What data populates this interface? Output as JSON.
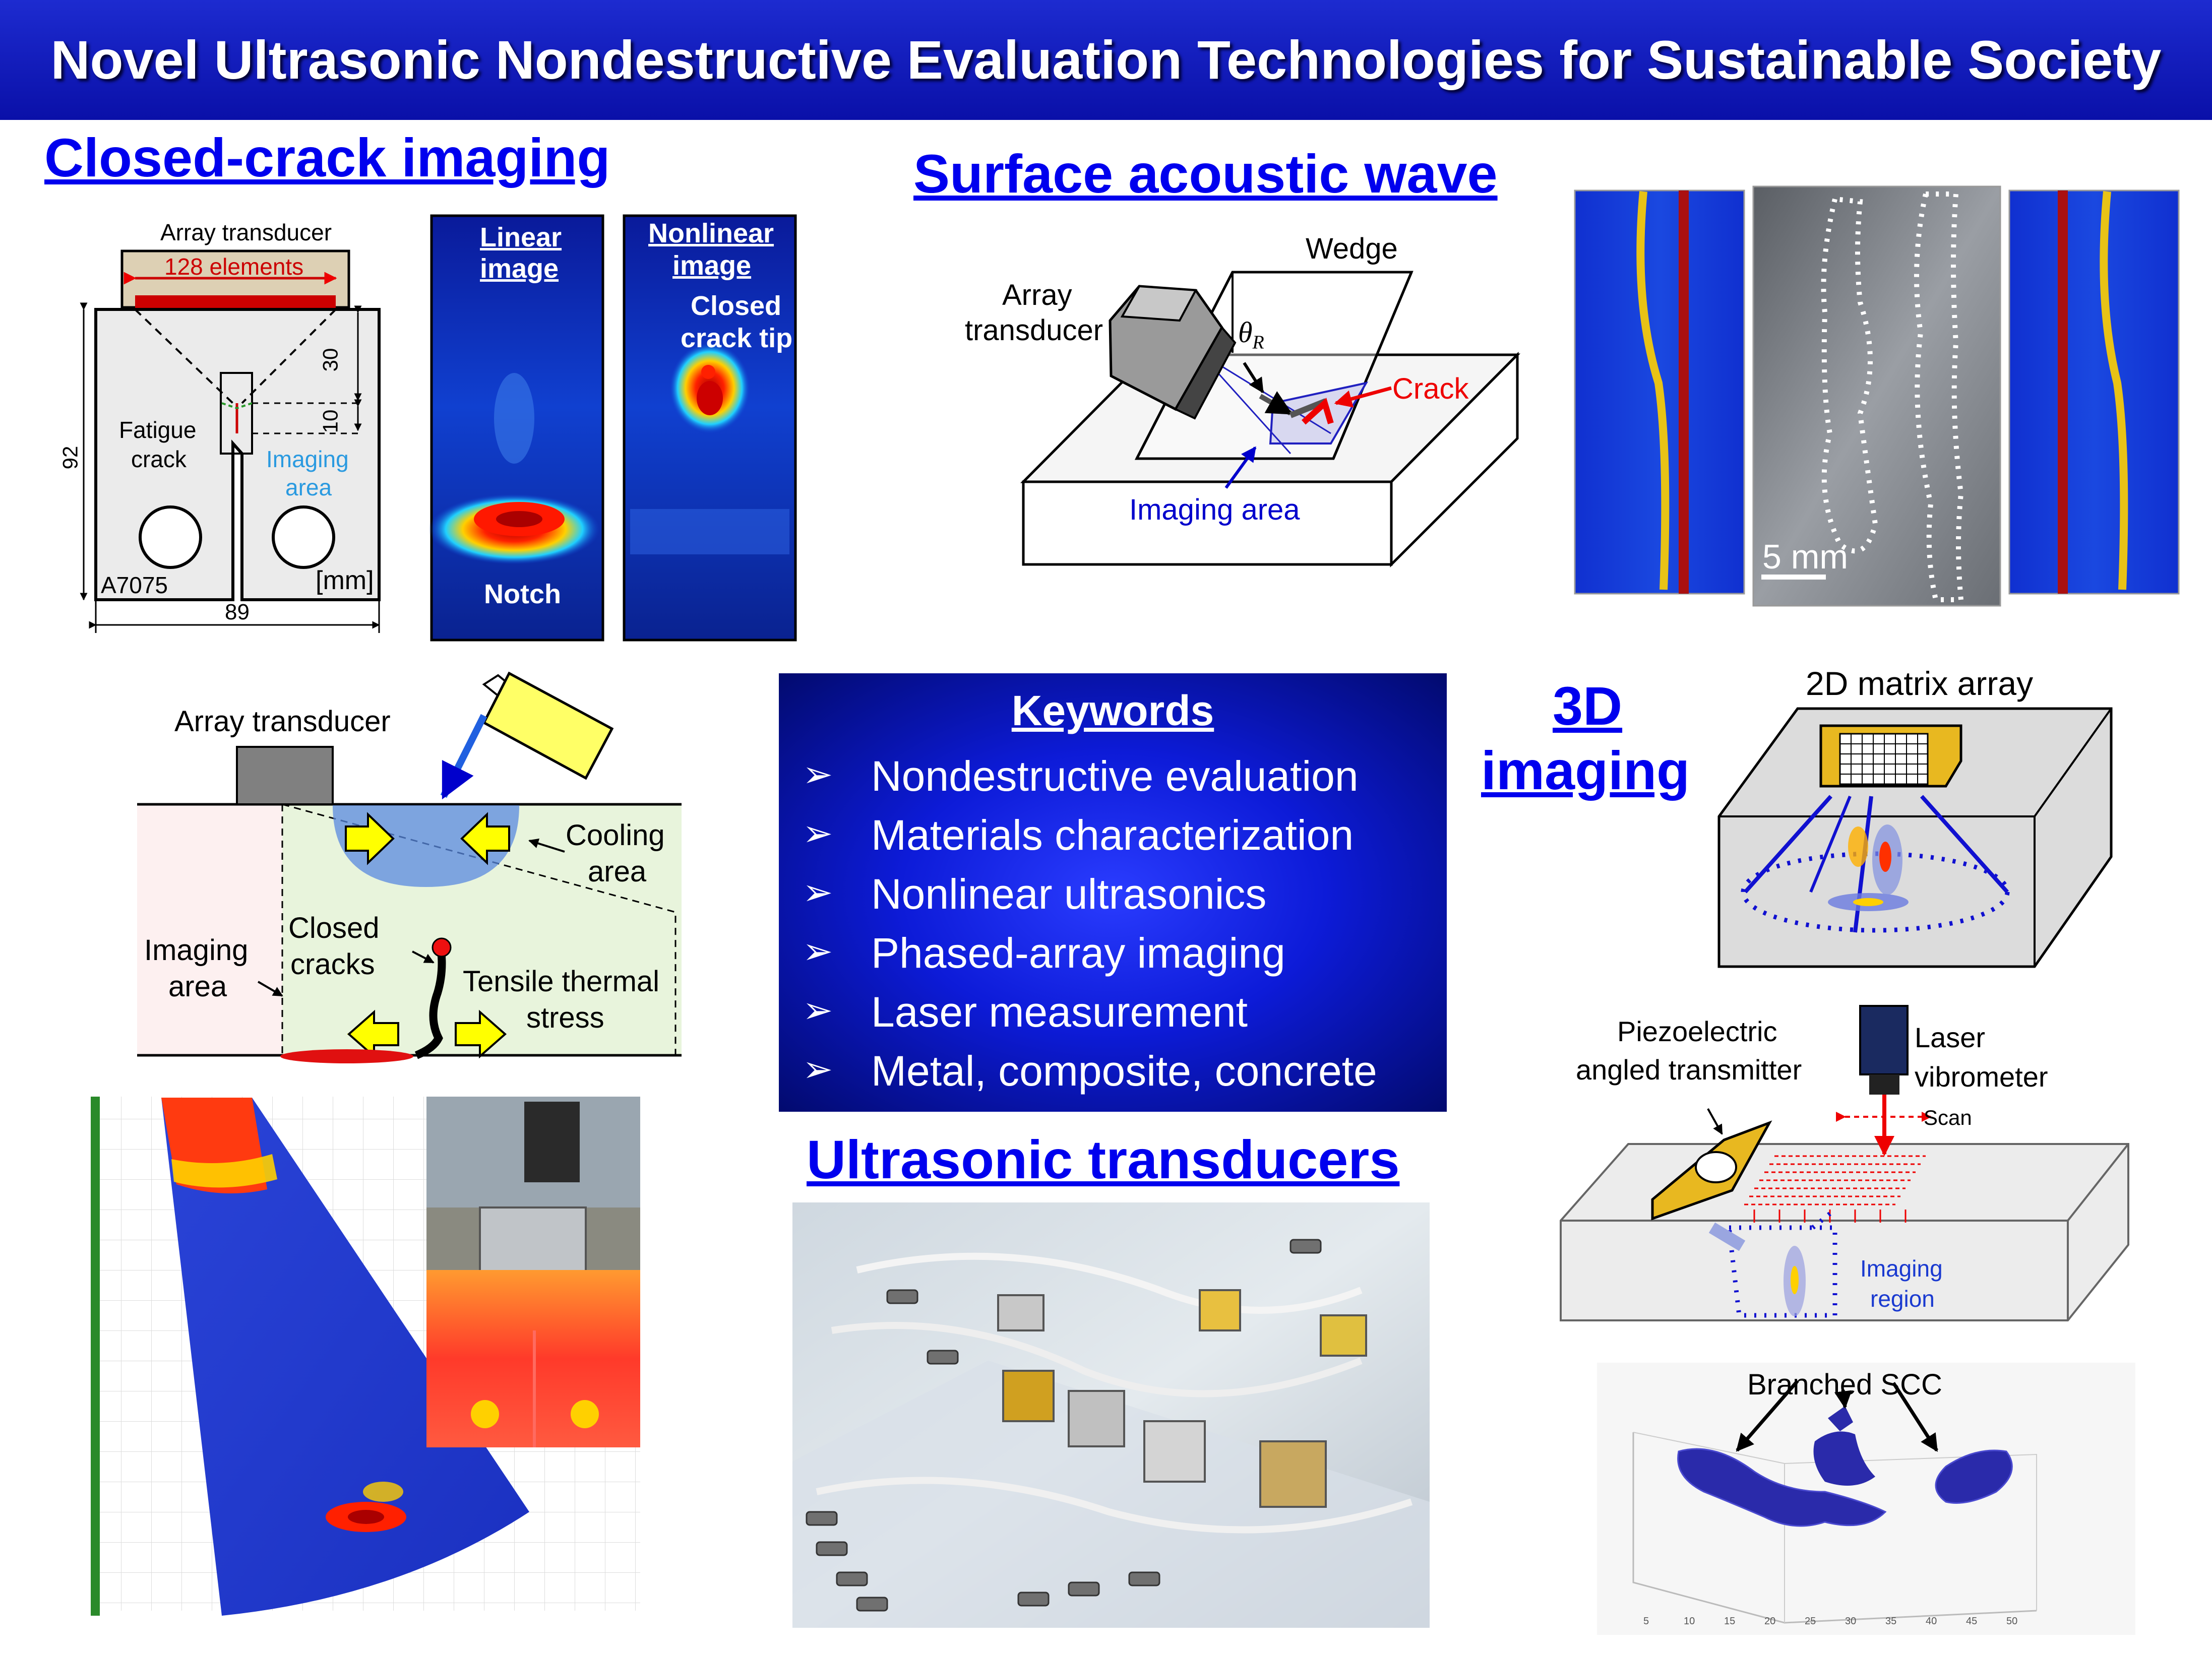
{
  "title": "Novel Ultrasonic Nondestructive Evaluation Technologies for Sustainable Society",
  "sections": {
    "closed_crack": "Closed-crack imaging",
    "saw": "Surface acoustic wave",
    "transducers": "Ultrasonic transducers",
    "imaging3d_line1": "3D",
    "imaging3d_line2": "imaging"
  },
  "specimen": {
    "array_transducer": "Array transducer",
    "elements": "128 elements",
    "dim_30": "30",
    "dim_10": "10",
    "dim_92": "92",
    "dim_89": "89",
    "fatigue_line1": "Fatigue",
    "fatigue_line2": "crack",
    "imaging_line1": "Imaging",
    "imaging_line2": "area",
    "material": "A7075",
    "unit": "[mm]"
  },
  "images": {
    "linear_line1": "Linear",
    "linear_line2": "image",
    "notch": "Notch",
    "nonlinear_line1": "Nonlinear",
    "nonlinear_line2": "image",
    "tip_line1": "Closed",
    "tip_line2": "crack tip"
  },
  "saw_diagram": {
    "wedge": "Wedge",
    "array_line1": "Array",
    "array_line2": "transducer",
    "theta": "θ",
    "theta_sub": "R",
    "crack": "Crack",
    "imaging_area": "Imaging area"
  },
  "scale_bar": "5 mm",
  "thermal": {
    "array_transducer": "Array transducer",
    "cooling_line1": "Cooling",
    "cooling_line2": "area",
    "imaging_line1": "Imaging",
    "imaging_line2": "area",
    "closed_line1": "Closed",
    "closed_line2": "cracks",
    "tensile_line1": "Tensile thermal",
    "tensile_line2": "stress"
  },
  "keywords": {
    "title": "Keywords",
    "items": [
      "Nondestructive evaluation",
      "Materials characterization",
      "Nonlinear ultrasonics",
      "Phased-array imaging",
      "Laser measurement",
      "Metal, composite, concrete"
    ]
  },
  "matrix": {
    "label": "2D matrix array"
  },
  "laser": {
    "piezo_line1": "Piezoelectric",
    "piezo_line2": "angled transmitter",
    "laser_line1": "Laser",
    "laser_line2": "vibrometer",
    "scan": "Scan",
    "region_line1": "Imaging",
    "region_line2": "region"
  },
  "scc": {
    "label": "Branched SCC",
    "ticks": [
      "5",
      "10",
      "15",
      "20",
      "25",
      "30",
      "35",
      "40",
      "45",
      "50"
    ]
  },
  "colors": {
    "banner": "#1020c0",
    "section": "#0000ee",
    "crack": "#ee0000",
    "imaging_blue": "#0000cc",
    "transducer_gold": "#e8b820"
  }
}
